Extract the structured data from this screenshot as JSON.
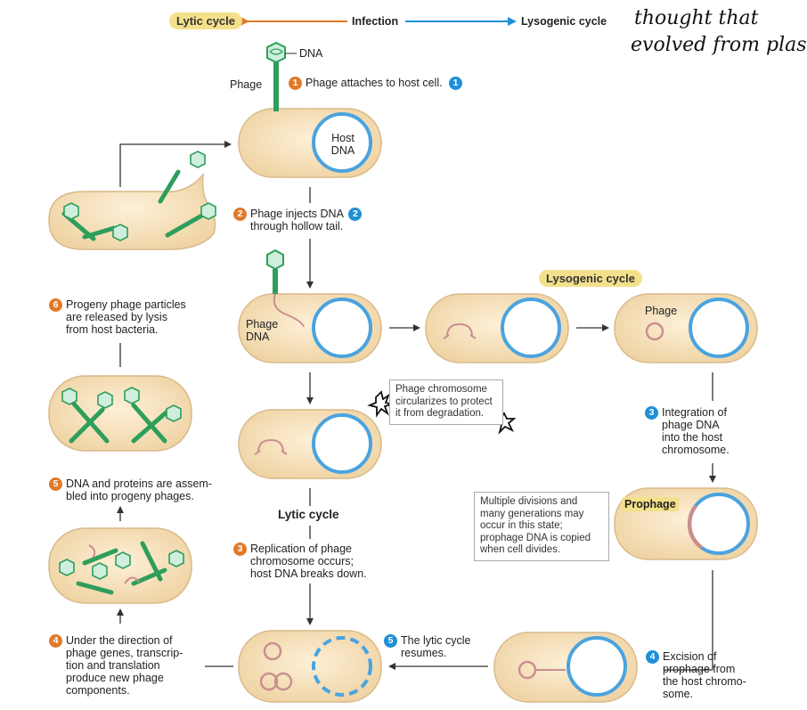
{
  "header": {
    "lytic_pill": "Lytic cycle",
    "infection": "Infection",
    "lysogenic": "Lysogenic cycle"
  },
  "handwriting": {
    "line1": "thought that",
    "line2": "evolved from plas"
  },
  "labels": {
    "dna_top": "DNA",
    "phage_top": "Phage",
    "host_dna": "Host\nDNA",
    "phage_dna": "Phage\nDNA",
    "phage_lys": "Phage",
    "prophage": "Prophage",
    "lysogenic_pill": "Lysogenic cycle",
    "lytic_center": "Lytic cycle"
  },
  "steps": {
    "s1": {
      "num": "1",
      "text": "Phage attaches to host cell."
    },
    "s2": {
      "num": "2",
      "text": "Phage injects DNA\nthrough hollow tail."
    },
    "s3_lytic": {
      "num": "3",
      "text": "Replication of phage\nchromosome occurs;\nhost DNA breaks down."
    },
    "s4_lytic": {
      "num": "4",
      "text": "Under the direction of\nphage genes, transcrip-\ntion and translation\nproduce new phage\ncomponents."
    },
    "s5_lytic": {
      "num": "5",
      "text": "DNA and proteins are assem-\nbled into progeny phages."
    },
    "s6_lytic": {
      "num": "6",
      "text": "Progeny phage particles\nare released by lysis\nfrom host bacteria."
    },
    "s3_lyso": {
      "num": "3",
      "text": "Integration of\nphage DNA\ninto the host\nchromosome."
    },
    "s4_lyso": {
      "num": "4",
      "text": "Excision of\nprophage from\nthe host chromo-\nsome."
    },
    "s5_lyso": {
      "num": "5",
      "text": "The lytic cycle\nresumes."
    }
  },
  "notes": {
    "circularize": "Phage chromosome circularizes to protect it from degradation.",
    "multiple": "Multiple divisions and many generations may occur in this state; prophage DNA is copied when cell divides."
  },
  "colors": {
    "cell_fill": "#f5deb3",
    "cell_stroke": "#d9b98a",
    "host_dna": "#4aa3df",
    "phage_green": "#2e9e5b",
    "phage_dna": "#c98f8f",
    "arrow": "#333333",
    "orange": "#e07a2a",
    "blue": "#1f8fd6",
    "pill": "#f4e08a"
  }
}
